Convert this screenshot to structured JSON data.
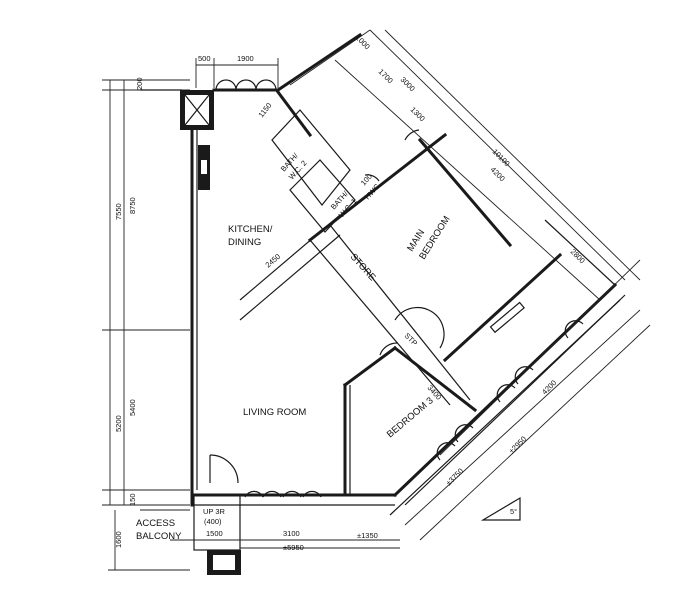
{
  "rooms": {
    "kitchen_1": "KITCHEN/",
    "kitchen_2": "DINING",
    "living": "LIVING ROOM",
    "main_bed_1": "MAIN",
    "main_bed_2": "BEDROOM",
    "bedroom3": "BEDROOM 3",
    "store": "STORE",
    "bath2_1": "BATH/",
    "bath2_2": "W.C. 2",
    "bath1_1": "BATH/",
    "bath1_2": "W.C. 1",
    "access_1": "ACCESS",
    "access_2": "BALCONY",
    "up_1": "UP 3R",
    "up_2": "(400)"
  },
  "dims": {
    "d500": "500",
    "d1900": "1900",
    "d1000": "1000",
    "d1700": "1700",
    "d3000": "3000",
    "d1300": "1300",
    "d10100": "10100",
    "d4200a": "4200",
    "d2800": "2800",
    "d4200b": "4200",
    "d2950": "±2950",
    "d3750": "±3750",
    "d1150": "1150",
    "d2450": "2450",
    "d3400": "3400",
    "d7550": "7550",
    "d8750": "8750",
    "d5400": "5400",
    "d5200": "5200",
    "d200": "200",
    "d150": "150",
    "d1600": "1600",
    "d1500": "1500",
    "d3100": "3100",
    "d1350": "±1350",
    "d5950": "±5950",
    "d100": "100",
    "d_hwc": "HWC",
    "d_stp": "STP",
    "slope": "5°"
  }
}
